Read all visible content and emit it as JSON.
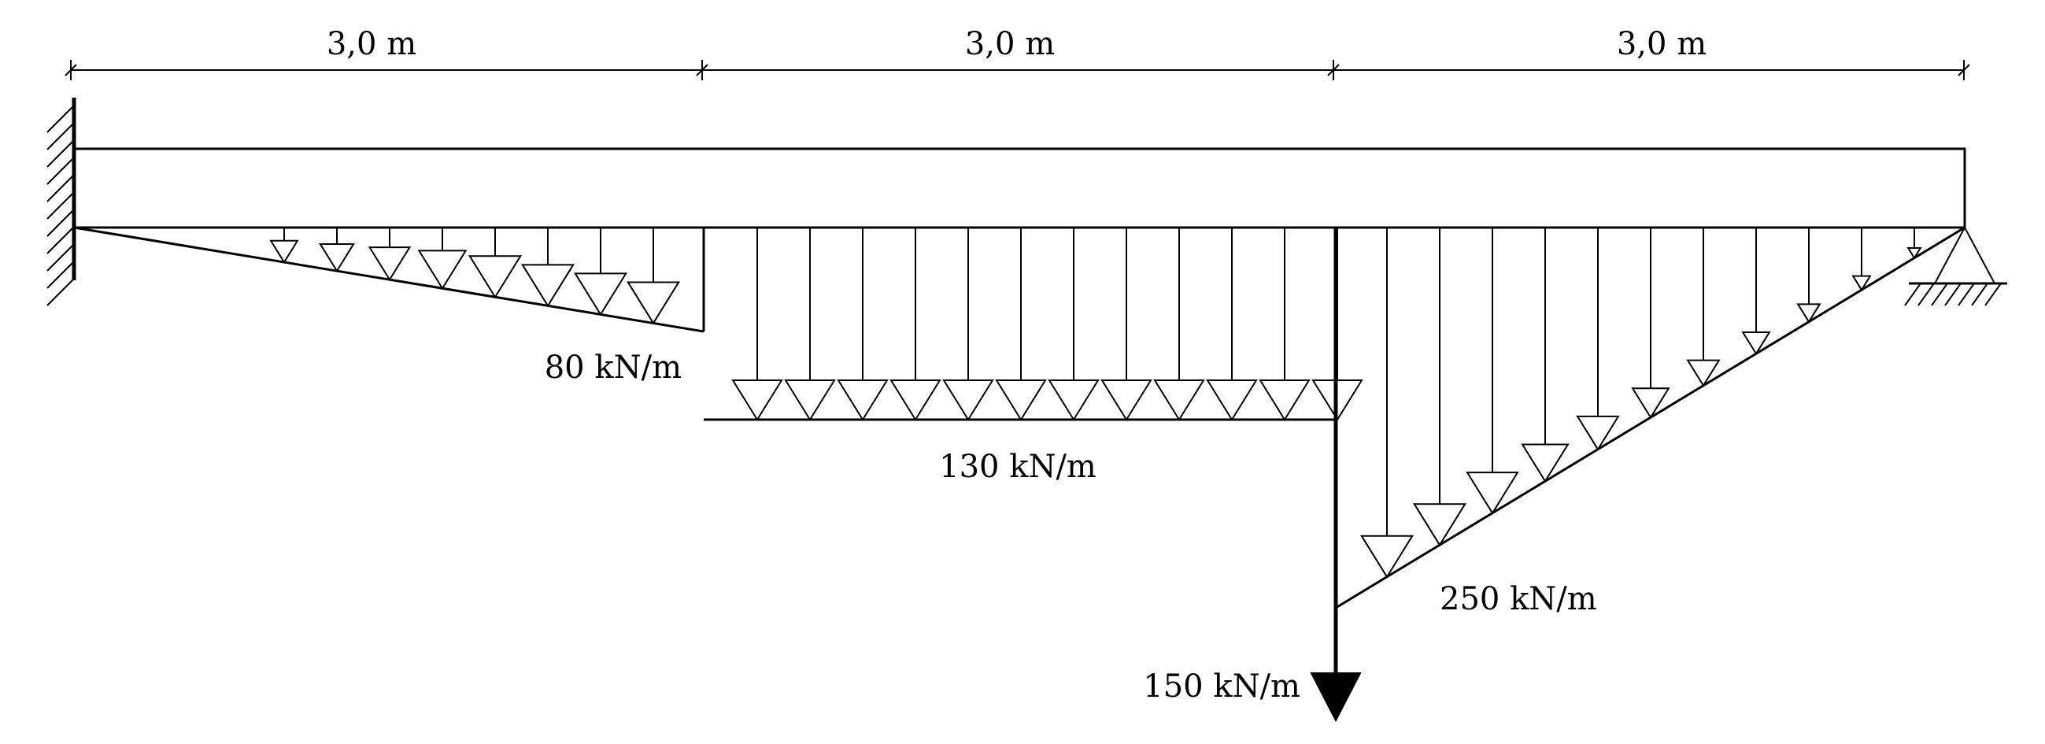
{
  "spans": [
    {
      "label": "3,0 m",
      "length_m": 3.0
    },
    {
      "label": "3,0 m",
      "length_m": 3.0
    },
    {
      "label": "3,0 m",
      "length_m": 3.0
    }
  ],
  "loads": {
    "segment1": {
      "type": "linear",
      "from_kN_m": 0,
      "to_kN_m": 80,
      "label": "80 kN/m"
    },
    "segment2": {
      "type": "uniform",
      "value_kN_m": 130,
      "label": "130 kN/m"
    },
    "segment3": {
      "type": "linear",
      "from_kN_m": 250,
      "to_kN_m": 0,
      "label": "250 kN/m"
    },
    "point": {
      "position_m": 6.0,
      "label": "150 kN/m"
    }
  },
  "supports": {
    "left": "fixed",
    "right": "pinned"
  }
}
